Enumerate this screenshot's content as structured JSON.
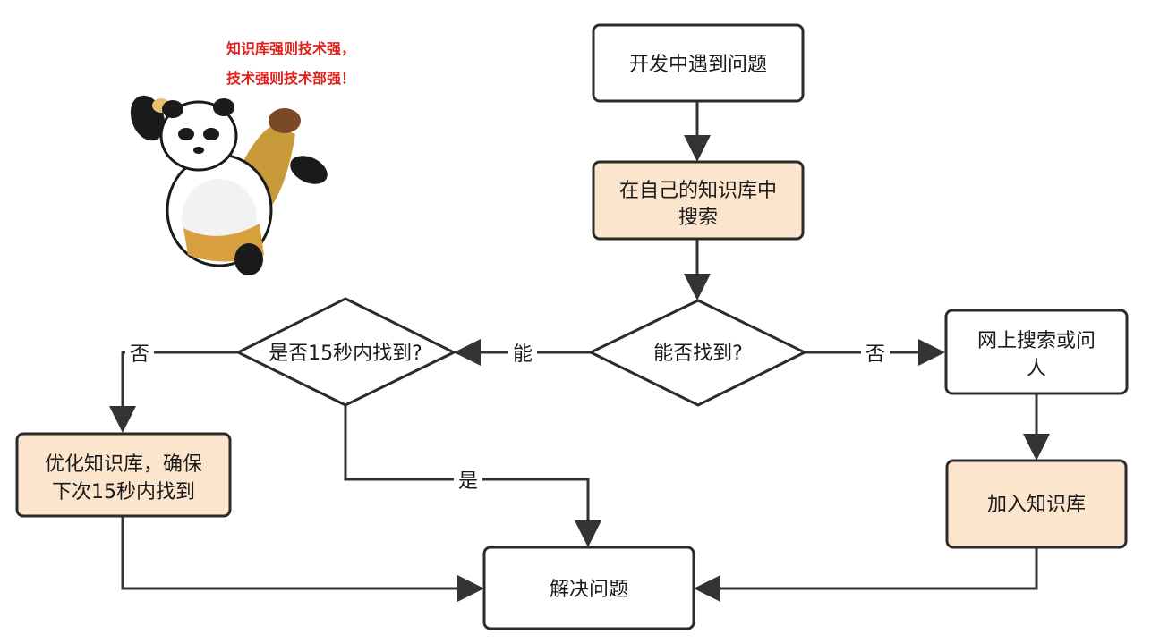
{
  "motto": {
    "line1": "知识库强则技术强，",
    "line2": "技术强则技术部强！"
  },
  "nodes": {
    "start": {
      "line1": "开发中遇到问题"
    },
    "search_kb": {
      "line1": "在自己的知识库中",
      "line2": "搜索"
    },
    "can_find": {
      "line1": "能否找到?"
    },
    "within_15s": {
      "line1": "是否15秒内找到?"
    },
    "optimize_kb": {
      "line1": "优化知识库，确保",
      "line2": "下次15秒内找到"
    },
    "search_web": {
      "line1": "网上搜索或问",
      "line2": "人"
    },
    "add_kb": {
      "line1": "加入知识库"
    },
    "solve": {
      "line1": "解决问题"
    }
  },
  "edge_labels": {
    "can_yes": "能",
    "can_no": "否",
    "within_no": "否",
    "within_yes": "是"
  },
  "colors": {
    "highlight_fill": "#fce5cd",
    "plain_fill": "#ffffff",
    "stroke": "#2b2b2b",
    "motto": "#e0201b"
  },
  "icons": {
    "mascot": "kung-fu-panda-icon"
  }
}
